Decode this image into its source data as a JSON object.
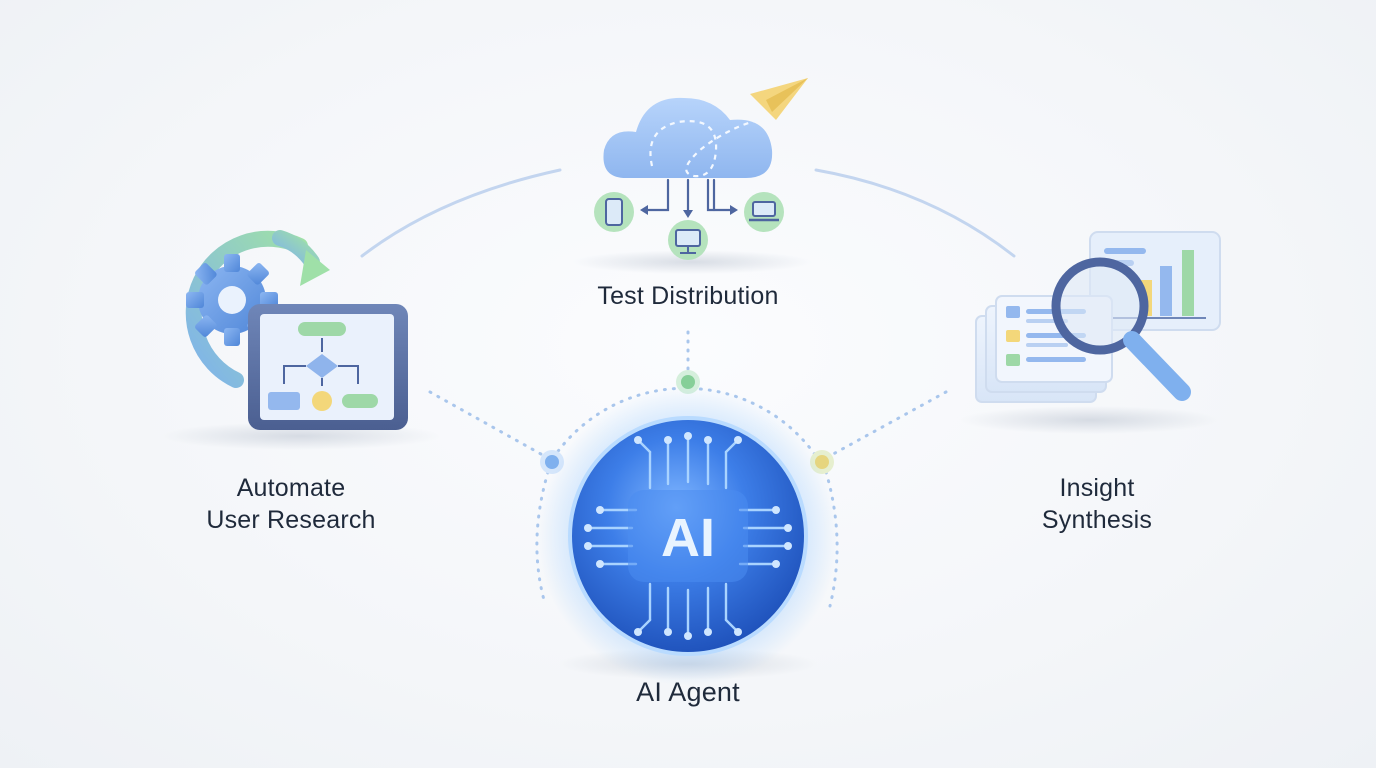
{
  "nodes": {
    "automate": {
      "line1": "Automate",
      "line2": "User Research"
    },
    "test_distribution": {
      "label": "Test Distribution"
    },
    "insight": {
      "line1": "Insight",
      "line2": "Synthesis"
    },
    "ai_agent": {
      "label": "AI Agent",
      "badge": "AI"
    }
  },
  "colors": {
    "accent_blue": "#3f7fe0",
    "soft_blue": "#a9c8f0",
    "soft_green": "#8fd39d",
    "soft_yellow": "#f3d77a",
    "text": "#1f2a3b"
  }
}
